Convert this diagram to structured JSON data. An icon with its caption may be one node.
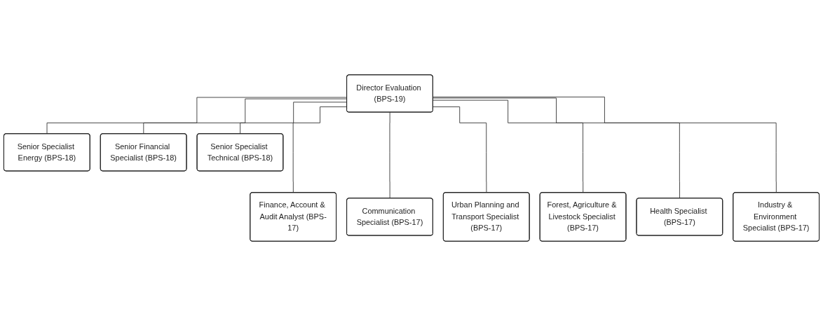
{
  "diagram": {
    "nodes": [
      {
        "text": [
          "Director Evaluation (BPS-19)"
        ]
      },
      {
        "text": [
          "Senior Specialist Energy (BPS-18)"
        ]
      },
      {
        "text": [
          "Senior Financial Specialist (BPS-18)"
        ]
      },
      {
        "text": [
          "Senior Specialist Technical (BPS-18)"
        ]
      },
      {
        "text": [
          "Finance, Account & Audit Analyst (BPS-17)"
        ]
      },
      {
        "text": [
          "Communication Specialist (BPS-17)"
        ]
      },
      {
        "text": [
          "Urban Planning and Transport Specialist (BPS-17)"
        ]
      },
      {
        "text": [
          "Forest, Agriculture & Livestock Specialist (BPS-17)"
        ]
      },
      {
        "text": [
          "Health Specialist (BPS-17)"
        ]
      },
      {
        "text": [
          "Industry & Environment Specialist (BPS-17)"
        ]
      }
    ],
    "edges": [
      {
        "from": 0,
        "to": 1,
        "arrow": "none"
      },
      {
        "from": 0,
        "to": 2,
        "arrow": "none"
      },
      {
        "from": 0,
        "to": 3,
        "arrow": "none"
      },
      {
        "from": 0,
        "to": 4,
        "arrow": "none"
      },
      {
        "from": 0,
        "to": 5,
        "arrow": "none"
      },
      {
        "from": 0,
        "to": 6,
        "arrow": "none"
      },
      {
        "from": 0,
        "to": 7,
        "arrow": "none"
      },
      {
        "from": 0,
        "to": 8,
        "arrow": "none"
      },
      {
        "from": 0,
        "to": 9,
        "arrow": "none"
      }
    ]
  }
}
